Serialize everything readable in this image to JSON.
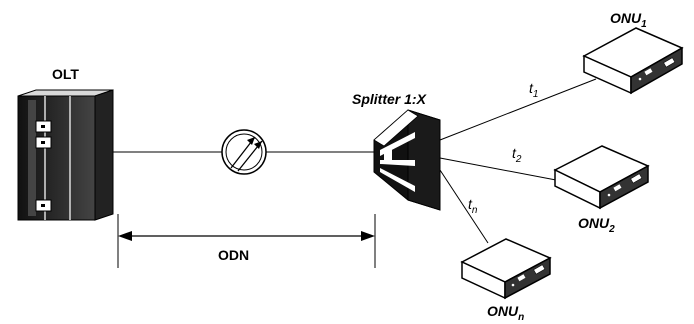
{
  "labels": {
    "olt": "OLT",
    "splitter": "Splitter 1:X",
    "odn": "ODN",
    "onu": "ONU",
    "onu1_sub": "1",
    "onu2_sub": "2",
    "onun_sub": "n",
    "t": "t",
    "t1_sub": "1",
    "t2_sub": "2",
    "tn_sub": "n"
  },
  "icons": {
    "olt": "server-rack-icon",
    "attenuator": "optical-attenuator-icon",
    "splitter": "optical-splitter-icon",
    "onu": "onu-device-icon"
  }
}
